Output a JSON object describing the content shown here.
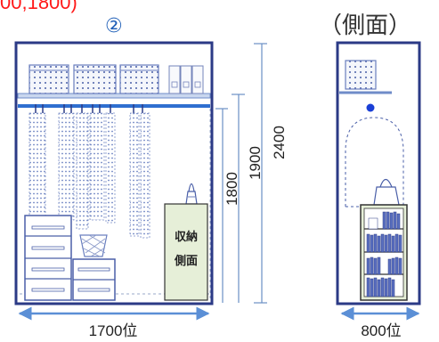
{
  "top_red_label": "00,1800)",
  "unit_number": "②",
  "side_view_label": "（側面）",
  "dimensions": {
    "height_2400": "2400",
    "height_1900": "1900",
    "height_1800": "1800",
    "width_front": "1700位",
    "width_side": "800位"
  },
  "storage_box_label_line1": "収納",
  "storage_box_label_line2": "側面",
  "colors": {
    "frame": "#2b3a86",
    "pole": "#2f6fd0",
    "dim_line": "#6a8fc4",
    "dim_arrow": "#5b8fd6",
    "cabinet_fill": "#e6efd8",
    "red_text": "#ff1a1a",
    "blue_text": "#1f5fb8",
    "dot": "#1a3fd6"
  },
  "icons": [
    "storage-box-icon",
    "hanging-clothes-icon",
    "drawer-chest-icon",
    "laundry-basket-icon",
    "handbag-icon",
    "bookshelf-icon",
    "file-box-icon"
  ]
}
